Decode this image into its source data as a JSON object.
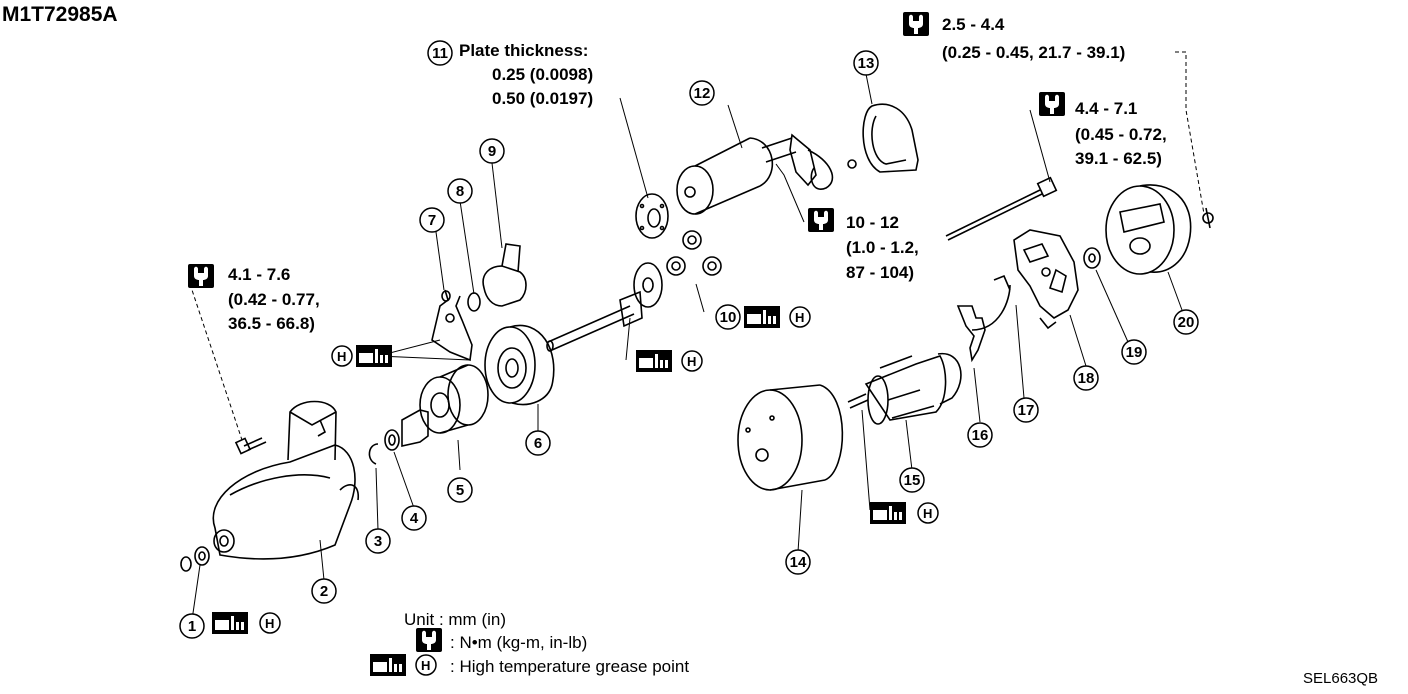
{
  "diagram_code": "M1T72985A",
  "reference_code": "SEL663QB",
  "part_numbers": [
    "1",
    "2",
    "3",
    "4",
    "5",
    "6",
    "7",
    "8",
    "9",
    "10",
    "11",
    "12",
    "13",
    "14",
    "15",
    "16",
    "17",
    "18",
    "19",
    "20"
  ],
  "annotations": {
    "plate_label": "Plate thickness:",
    "plate_line_1": "0.25 (0.0098)",
    "plate_line_2": "0.50 (0.0197)",
    "torque_top_1": "2.5 - 4.4",
    "torque_top_2": "(0.25 - 0.45, 21.7 - 39.1)",
    "torque_bolt_1": "4.4 - 7.1",
    "torque_bolt_2": "(0.45 - 0.72,",
    "torque_bolt_3": "39.1 - 62.5)",
    "torque_left_1": "4.1 - 7.6",
    "torque_left_2": "(0.42 - 0.77,",
    "torque_left_3": "36.5 - 66.8)",
    "torque_mid_1": "10 - 12",
    "torque_mid_2": "(1.0 - 1.2,",
    "torque_mid_3": "87 - 104)"
  },
  "legend": {
    "unit": "Unit : mm (in)",
    "torque": ": N•m (kg-m, in-lb)",
    "grease": ": High temperature grease point"
  },
  "symbols": {
    "grease_letter": "H"
  }
}
